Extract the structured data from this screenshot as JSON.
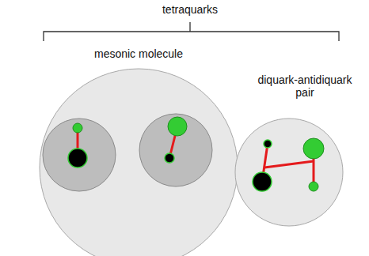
{
  "diagram": {
    "title": "tetraquarks",
    "nodes": [
      {
        "text": [
          "mesonic molecule"
        ]
      },
      {
        "text": [
          "diquark-antidiquark pair"
        ]
      }
    ]
  }
}
